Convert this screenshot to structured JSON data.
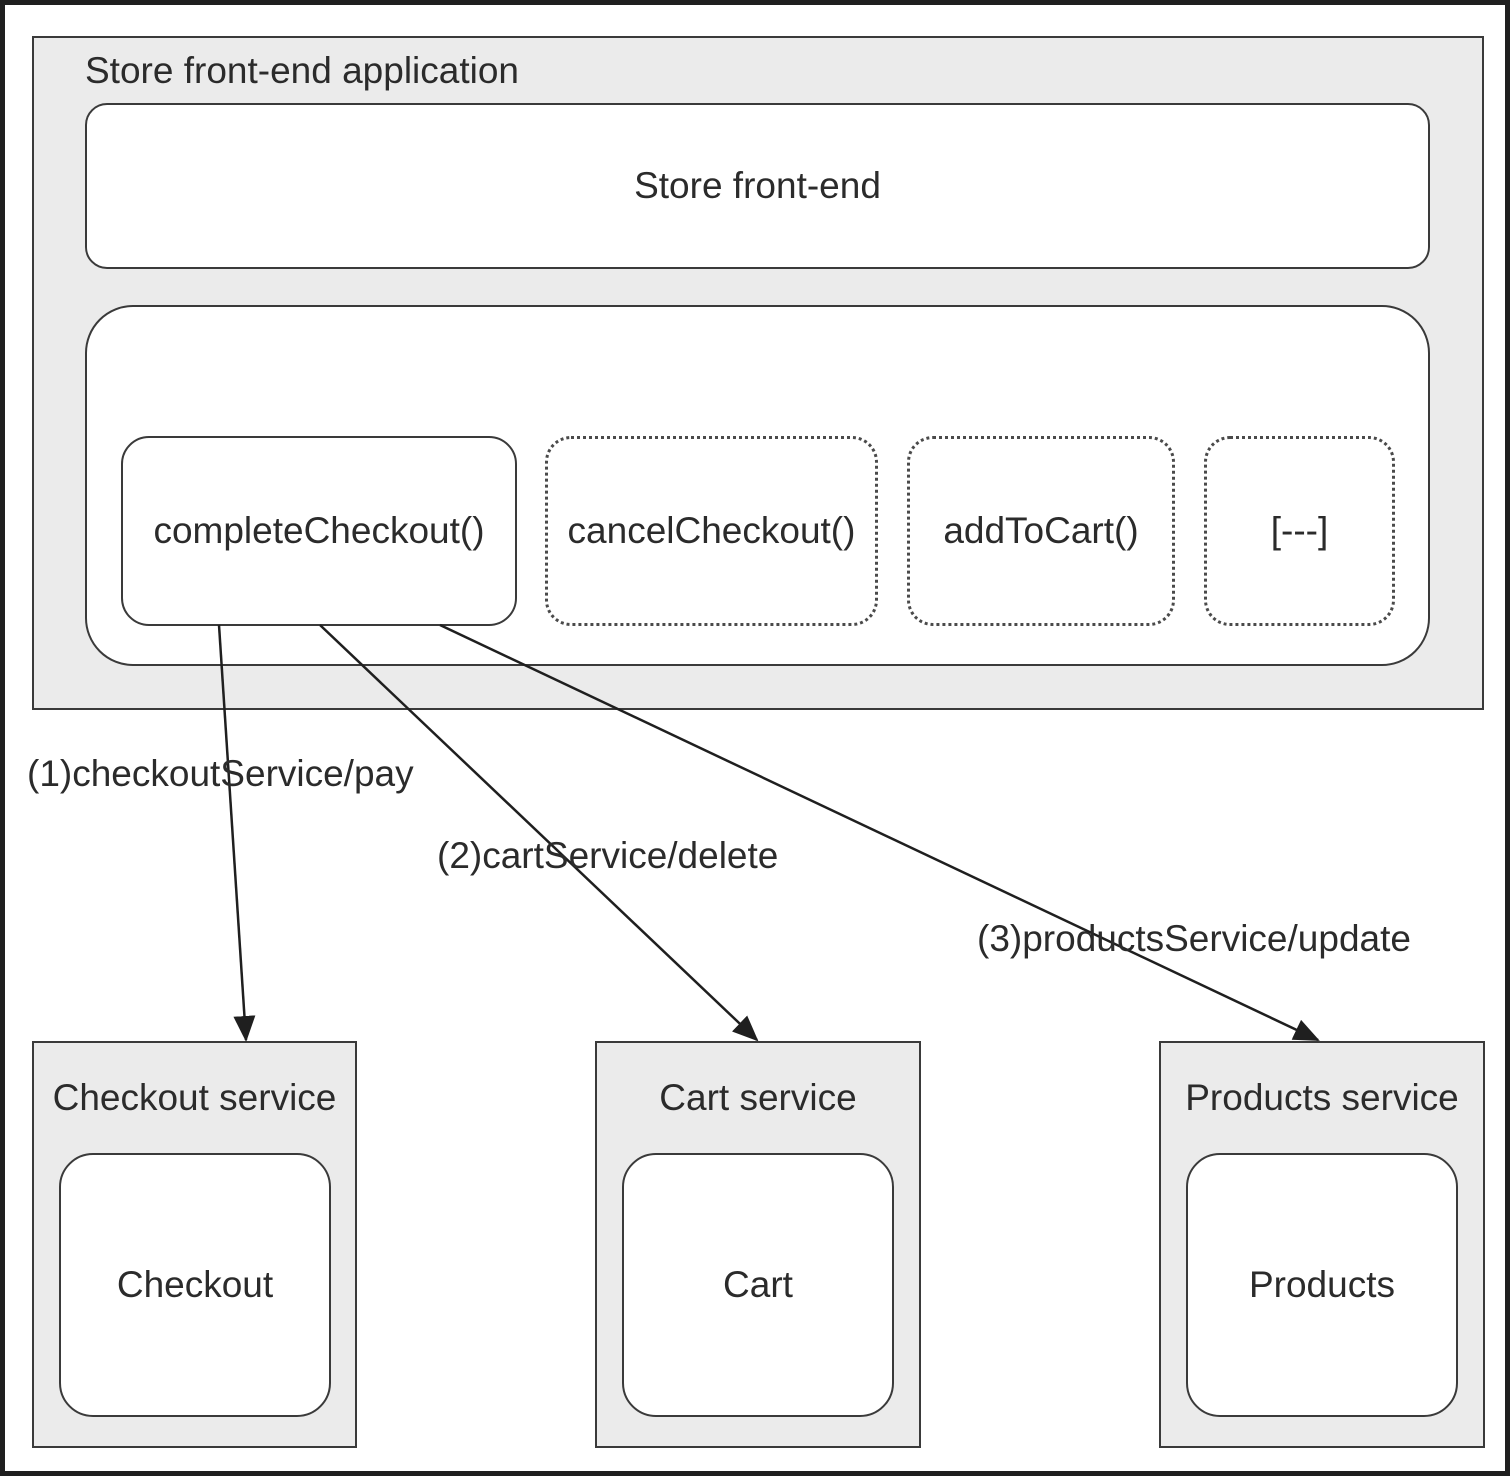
{
  "app": {
    "title": "Store front-end application",
    "frontend_label": "Store front-end",
    "functions": [
      {
        "label": "completeCheckout()",
        "style": "solid"
      },
      {
        "label": "cancelCheckout()",
        "style": "dotted"
      },
      {
        "label": "addToCart()",
        "style": "dotted"
      },
      {
        "label": "[---]",
        "style": "dotted"
      }
    ]
  },
  "services": [
    {
      "title": "Checkout service",
      "inner": "Checkout"
    },
    {
      "title": "Cart service",
      "inner": "Cart"
    },
    {
      "title": "Products service",
      "inner": "Products"
    }
  ],
  "calls": [
    {
      "label": "(1)checkoutService/pay"
    },
    {
      "label": "(2)cartService/delete"
    },
    {
      "label": "(3)productsService/update"
    }
  ]
}
